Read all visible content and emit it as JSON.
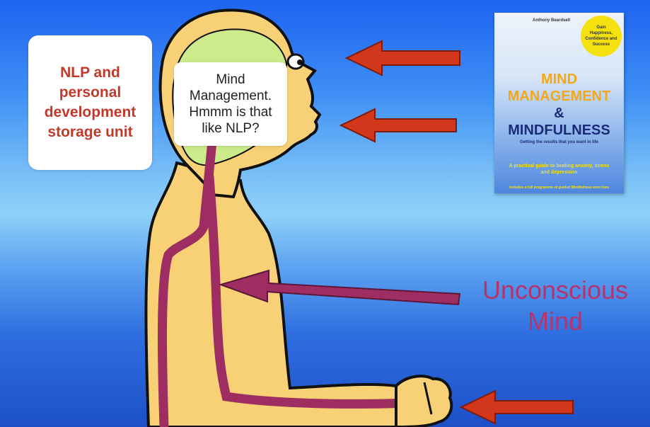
{
  "storage_label": "NLP and personal development storage unit",
  "thought_text": "Mind Management. Hmmm is that like NLP?",
  "unconscious_label": "Unconscious Mind",
  "book": {
    "author": "Anthony Beardsell",
    "badge": "Gain Happiness, Confidence and Success",
    "title_line1": "MIND",
    "title_line2": "MANAGEMENT",
    "title_line3": "&",
    "title_line4": "MINDFULNESS",
    "subtitle": "Getting the results that you want in life",
    "description": "A practical guide to beating anxiety, stress and depression",
    "footer": "Includes a full programme of guided Mindfulness exercises"
  },
  "colors": {
    "skin": "#f8d176",
    "outline": "#111111",
    "brain": "#cdeb8b",
    "nerve": "#9e2d62",
    "arrow_red": "#d2371c",
    "arrow_purple": "#9e2d62",
    "storage_text": "#c0392b",
    "unconscious_text": "#b8336a"
  }
}
